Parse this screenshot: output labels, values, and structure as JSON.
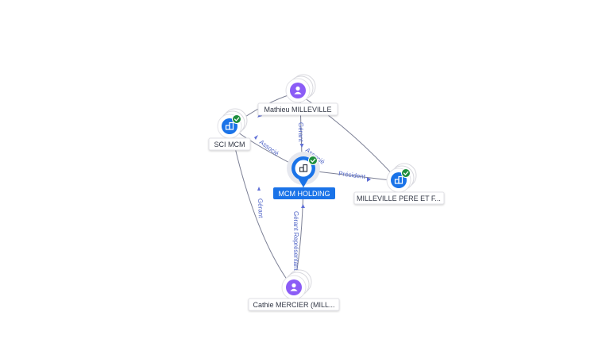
{
  "colors": {
    "company": "#1a73e8",
    "person": "#8b5cf6",
    "focus": "#1a73e8",
    "verified": "#1e8e3e",
    "edge": "#7d8196",
    "edge_label": "#5468c8"
  },
  "nodes": {
    "mathieu": {
      "label": "Mathieu MILLEVILLE",
      "kind": "person",
      "icon": "person-icon"
    },
    "sci": {
      "label": "SCI MCM",
      "kind": "company",
      "icon": "building-icon",
      "verified": true
    },
    "mcm": {
      "label": "MCM HOLDING",
      "kind": "company",
      "icon": "building-icon",
      "verified": true,
      "focus": true
    },
    "milleville": {
      "label": "MILLEVILLE PERE ET F...",
      "kind": "company",
      "icon": "building-icon",
      "verified": true
    },
    "cathie": {
      "label": "Cathie MERCIER (MILL...",
      "kind": "person",
      "icon": "person-icon"
    }
  },
  "edges": {
    "mathieu_mcm": {
      "label": "Gérant"
    },
    "mathieu_milleville": {
      "label": "Associé"
    },
    "mathieu_sci": {
      "label": ""
    },
    "sci_mcm": {
      "label": "Associé"
    },
    "mcm_milleville": {
      "label": "Président"
    },
    "cathie_sci": {
      "label": "Gérant"
    },
    "cathie_mcm": {
      "label": "Gérant Représentant"
    }
  }
}
